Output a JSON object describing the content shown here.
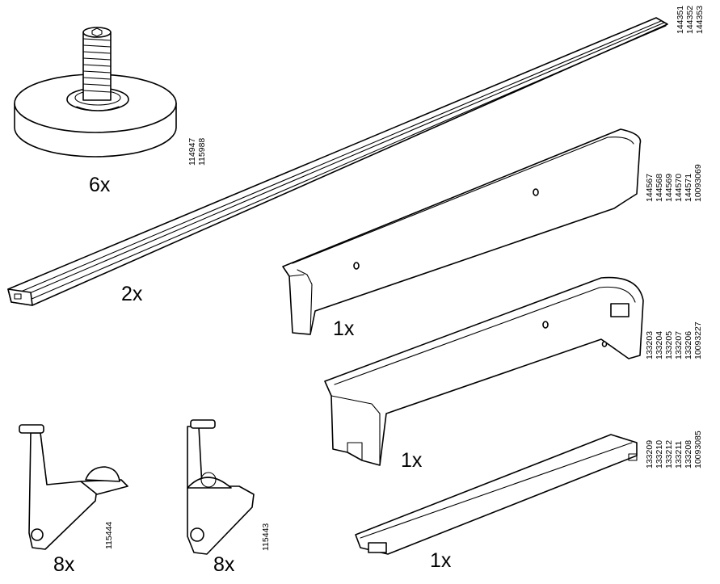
{
  "parts": {
    "leveling_foot": {
      "quantity": "6x",
      "part_numbers": [
        "114947",
        "115988"
      ],
      "icon": "leveling-foot-icon"
    },
    "long_rail": {
      "quantity": "2x",
      "part_numbers": [
        "144351",
        "144352",
        "144353"
      ],
      "icon": "rail-icon"
    },
    "side_bracket": {
      "quantity": "1x",
      "part_numbers": [
        "144567",
        "144568",
        "144569",
        "144570",
        "144571",
        "10093069"
      ],
      "icon": "bracket-icon"
    },
    "u_bracket": {
      "quantity": "1x",
      "part_numbers": [
        "133203",
        "133204",
        "133205",
        "133207",
        "133206",
        "10093227"
      ],
      "icon": "u-bracket-icon"
    },
    "cross_bar": {
      "quantity": "1x",
      "part_numbers": [
        "133209",
        "133210",
        "133212",
        "133211",
        "133208",
        "10093085"
      ],
      "icon": "cross-bar-icon"
    },
    "clip_a": {
      "quantity": "8x",
      "part_numbers": [
        "115444"
      ],
      "icon": "clip-icon"
    },
    "clip_b": {
      "quantity": "8x",
      "part_numbers": [
        "115443"
      ],
      "icon": "clip-icon"
    }
  }
}
